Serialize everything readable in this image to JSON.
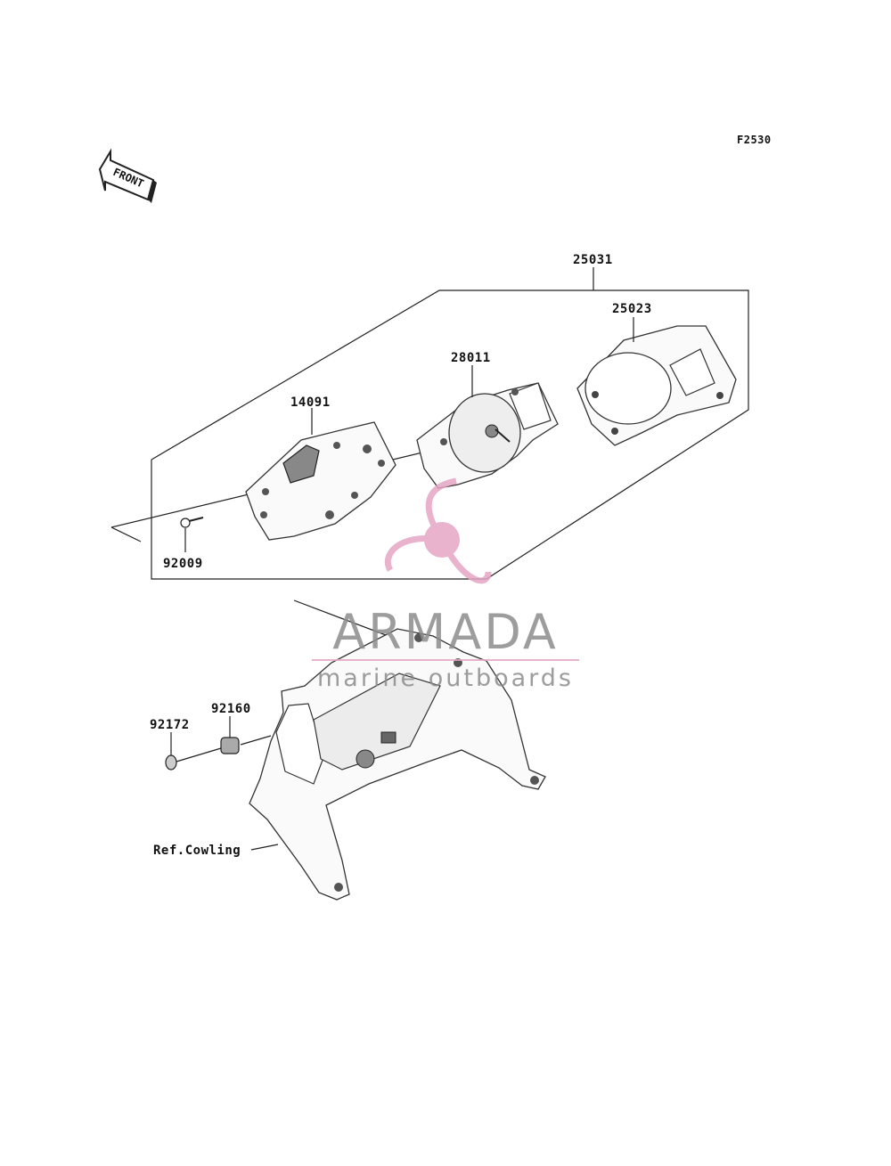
{
  "diagram_code": "F2530",
  "front_label": "FRONT",
  "parts": {
    "p25031": "25031",
    "p25023": "25023",
    "p28011": "28011",
    "p14091": "14091",
    "p92009": "92009",
    "p92160": "92160",
    "p92172": "92172",
    "ref_cowling": "Ref.Cowling"
  },
  "watermark": {
    "brand": "ARMADA",
    "tagline": "marine outboards",
    "logo_color": "#e6a6c6",
    "text_color": "#8c8c8c"
  }
}
